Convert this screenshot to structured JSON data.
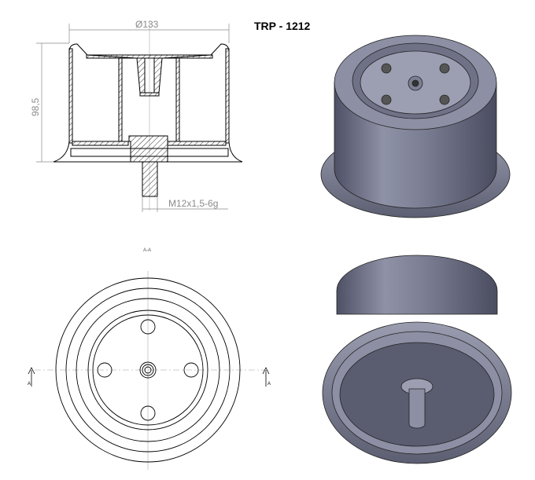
{
  "title": "TRP - 1212",
  "section_view": {
    "diameter_label": "Ø133",
    "height_label": "98,5",
    "thread_label": "M12x1,5-6g"
  },
  "top_view": {
    "section_label": "A-A",
    "cut_marker_left": "A",
    "cut_marker_right": "A"
  },
  "colors": {
    "line": "#000000",
    "dimension": "#8a8a8a",
    "render_body": "#6f7287",
    "render_highlight": "#b3b5c6"
  }
}
